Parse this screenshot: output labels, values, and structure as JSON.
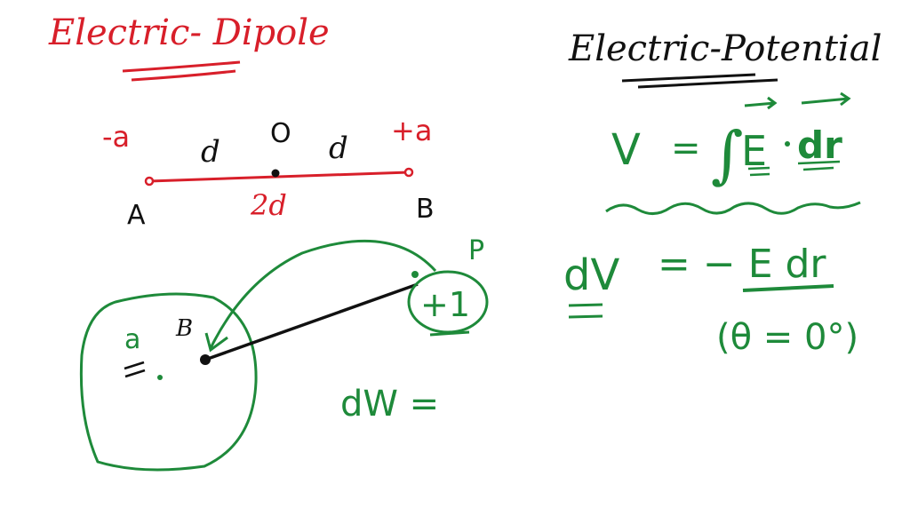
{
  "colors": {
    "red": "#d81f2a",
    "black": "#111111",
    "green": "#1e8a3a",
    "background": "#ffffff"
  },
  "left": {
    "title": "Electric- Dipole",
    "dipole": {
      "left_charge": "-a",
      "right_charge": "+a",
      "left_half": "d",
      "right_half": "d",
      "center": "O",
      "left_point": "A",
      "right_point": "B",
      "total_length": "2d"
    },
    "figure": {
      "sphere_charge": "a",
      "point_B": "B",
      "test_point": "P",
      "test_charge": "+1",
      "work_expr": "dW ="
    }
  },
  "right": {
    "title": "Electric-Potential",
    "eq1": {
      "lhs": "V",
      "eq": "=",
      "integral": "∫",
      "E": "E",
      "dot": "·",
      "dr": "dr"
    },
    "eq2": {
      "lhs": "dV",
      "rhs": "= − E dr",
      "condition": "(θ = 0°)"
    }
  }
}
